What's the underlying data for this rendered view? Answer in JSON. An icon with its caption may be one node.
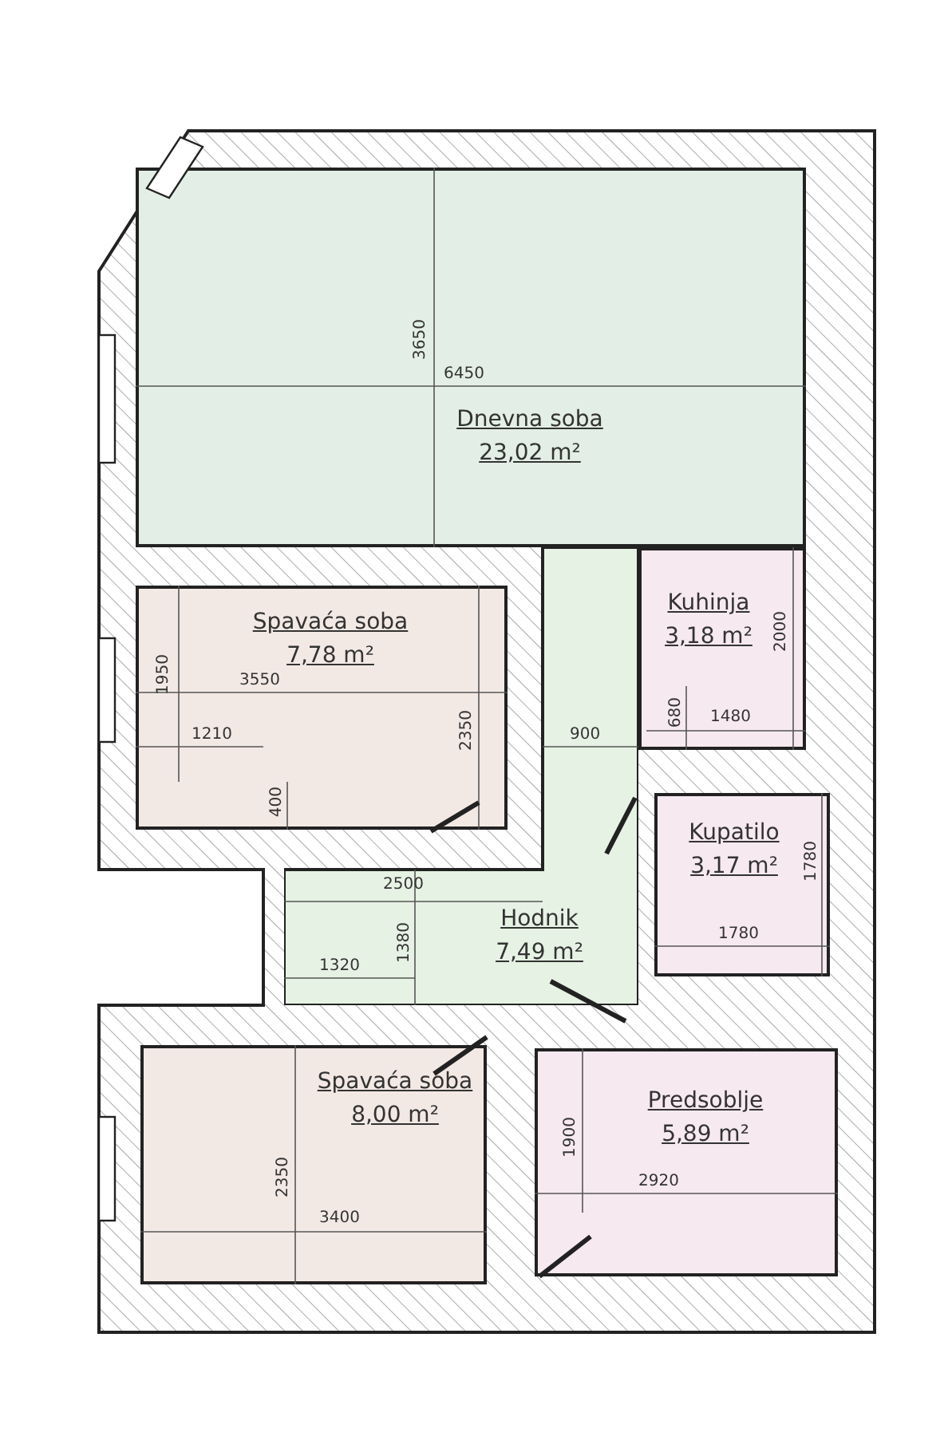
{
  "diagram": {
    "nodes": [
      {
        "text": [
          "Dnevna soba",
          "23,02 m²"
        ]
      },
      {
        "text": [
          "Spavaća soba",
          "7,78 m²"
        ]
      },
      {
        "text": [
          "Kuhinja",
          "3,18 m²"
        ]
      },
      {
        "text": [
          "Hodnik",
          "7,49 m²"
        ]
      },
      {
        "text": [
          "Kupatilo",
          "3,17 m²"
        ]
      },
      {
        "text": [
          "Spavaća soba",
          "8,00 m²"
        ]
      },
      {
        "text": [
          "Predsoblje",
          "5,89 m²"
        ]
      }
    ],
    "labels": [
      "3650",
      "6450",
      "1950",
      "3550",
      "2350",
      "1210",
      "400",
      "2000",
      "680",
      "1480",
      "900",
      "2500",
      "1780",
      "1380",
      "1780",
      "1320",
      "2350",
      "1900",
      "2920",
      "3400"
    ]
  }
}
